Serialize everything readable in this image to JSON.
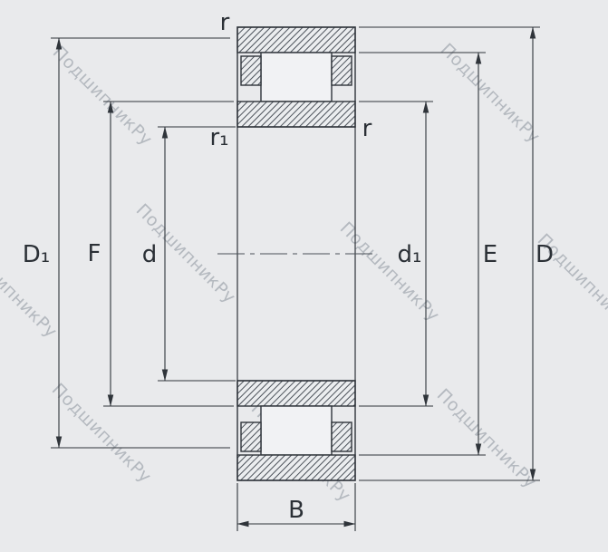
{
  "watermark": {
    "text": "ПодшипникРу"
  },
  "diagram": {
    "labels": {
      "r_top": "r",
      "r1": "r₁",
      "r_right": "r",
      "D1": "D₁",
      "F": "F",
      "d": "d",
      "d1": "d₁",
      "E": "E",
      "D": "D",
      "B": "B"
    },
    "colors": {
      "background": "#e9eaec",
      "line": "#2f343a",
      "hatch": "#4c525a",
      "watermark": "#88909b"
    }
  }
}
